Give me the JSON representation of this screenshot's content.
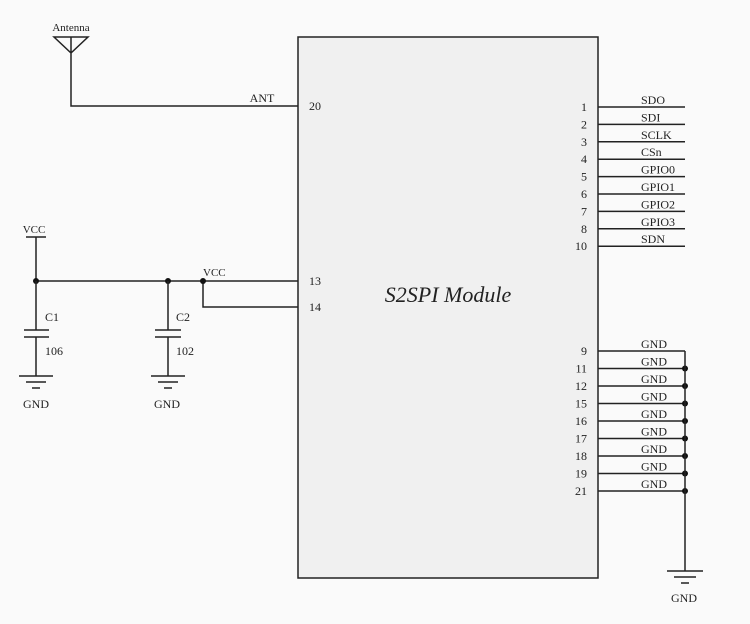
{
  "module": {
    "title": "S2SPI Module",
    "fill": "#f0f0f0",
    "left_pins": [
      {
        "pin": "20",
        "net": "ANT"
      },
      {
        "pin": "13",
        "net": "VCC"
      },
      {
        "pin": "14",
        "net": "VCC"
      }
    ],
    "right_signal_pins": [
      {
        "pin": "1",
        "net": "SDO"
      },
      {
        "pin": "2",
        "net": "SDI"
      },
      {
        "pin": "3",
        "net": "SCLK"
      },
      {
        "pin": "4",
        "net": "CSn"
      },
      {
        "pin": "5",
        "net": "GPIO0"
      },
      {
        "pin": "6",
        "net": "GPIO1"
      },
      {
        "pin": "7",
        "net": "GPIO2"
      },
      {
        "pin": "8",
        "net": "GPIO3"
      },
      {
        "pin": "10",
        "net": "SDN"
      }
    ],
    "right_gnd_pins": [
      {
        "pin": "9",
        "net": "GND"
      },
      {
        "pin": "11",
        "net": "GND"
      },
      {
        "pin": "12",
        "net": "GND"
      },
      {
        "pin": "15",
        "net": "GND"
      },
      {
        "pin": "16",
        "net": "GND"
      },
      {
        "pin": "17",
        "net": "GND"
      },
      {
        "pin": "18",
        "net": "GND"
      },
      {
        "pin": "19",
        "net": "GND"
      },
      {
        "pin": "21",
        "net": "GND"
      }
    ]
  },
  "antenna": {
    "label": "Antenna",
    "net": "ANT"
  },
  "power": {
    "vcc_label": "VCC",
    "vcc_node_label": "VCC"
  },
  "capacitors": [
    {
      "ref": "C1",
      "value": "106",
      "gnd_label": "GND"
    },
    {
      "ref": "C2",
      "value": "102",
      "gnd_label": "GND"
    }
  ],
  "gnd_bus": {
    "label": "GND"
  }
}
